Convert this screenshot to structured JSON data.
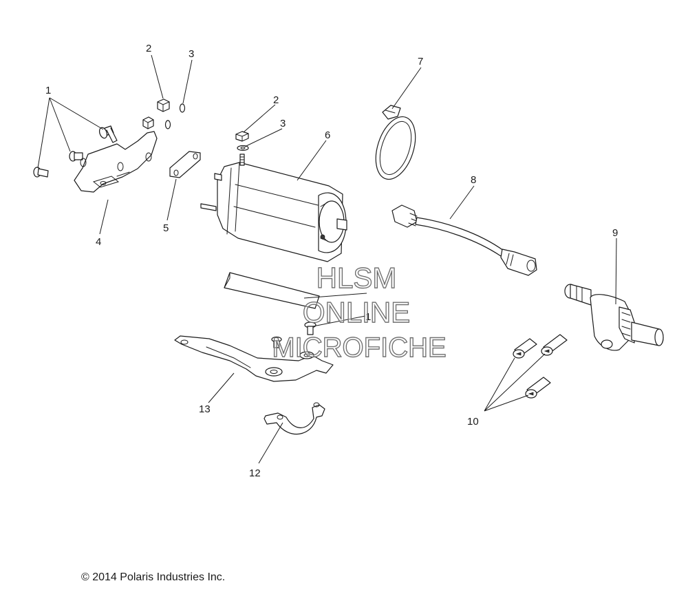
{
  "diagram": {
    "callouts": {
      "c1a": "1",
      "c2a": "2",
      "c3a": "3",
      "c2b": "2",
      "c3b": "3",
      "c4": "4",
      "c5": "5",
      "c6": "6",
      "c7": "7",
      "c8": "8",
      "c9": "9",
      "c1b": "1",
      "c10": "10",
      "c12": "12",
      "c13": "13"
    },
    "watermark": {
      "line1": "HLSM",
      "line2": "ONLINE",
      "line3": "MICROFICHE"
    },
    "copyright": "© 2014 Polaris Industries Inc."
  }
}
